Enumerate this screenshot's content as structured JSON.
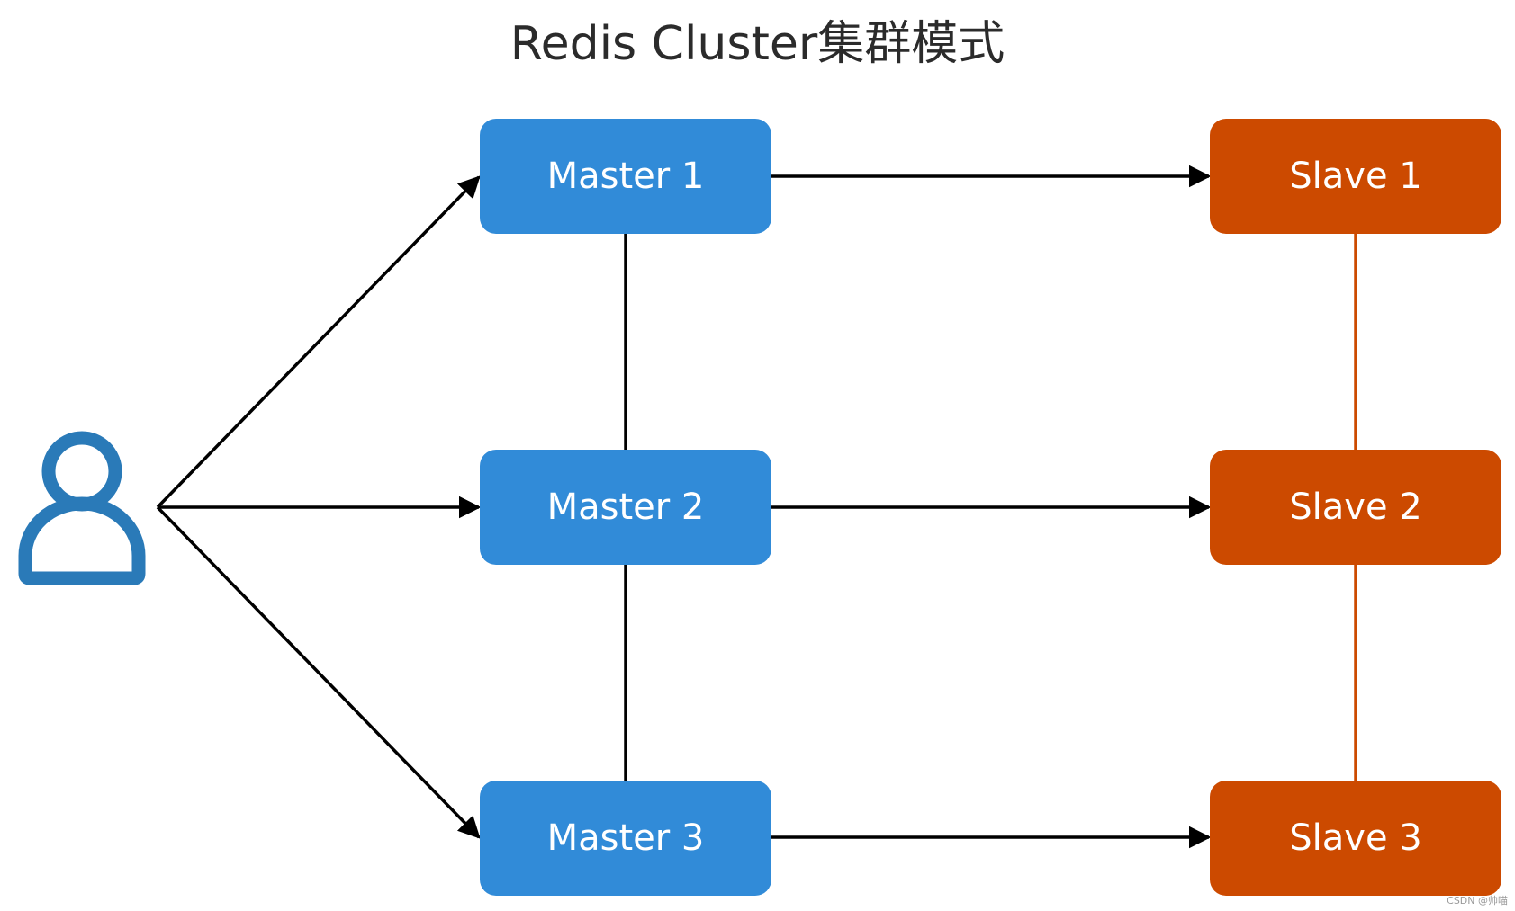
{
  "title": "Redis Cluster集群模式",
  "user": {
    "icon": "user-icon",
    "color": "#2a7ab8"
  },
  "masters": [
    {
      "label": "Master 1"
    },
    {
      "label": "Master 2"
    },
    {
      "label": "Master 3"
    }
  ],
  "slaves": [
    {
      "label": "Slave 1"
    },
    {
      "label": "Slave 2"
    },
    {
      "label": "Slave 3"
    }
  ],
  "colors": {
    "master": "#318bd8",
    "slave": "#cc4a00",
    "connector": "#000000",
    "slave_link": "#cc4a00"
  },
  "watermark": "CSDN @帅喵"
}
